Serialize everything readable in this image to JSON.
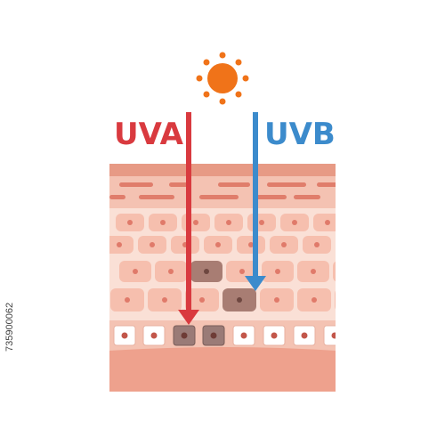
{
  "labels": {
    "uva": "UVA",
    "uvb": "UVB"
  },
  "stock_id": "735900062",
  "icons": {
    "sun": "sun-icon"
  },
  "colors": {
    "uva": "#d93a3f",
    "uvb": "#3c8bcc",
    "sun": "#f07319",
    "skin_surface": "#e89a86",
    "skin_base": "#f2c7b8",
    "cell": "#f6bfae",
    "cell_nucleus": "#e07a6a",
    "damaged_cell": "#a87d73",
    "dermis": "#eea18d"
  }
}
